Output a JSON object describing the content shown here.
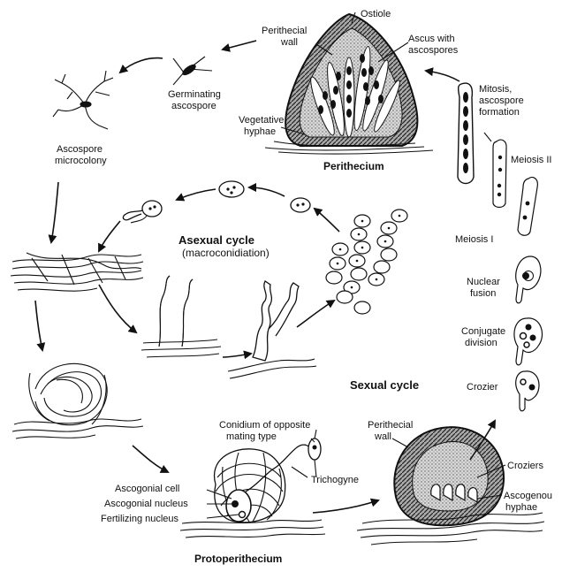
{
  "labels": {
    "ostiole": "Ostiole",
    "perithecial_wall_top_1": "Perithecial",
    "perithecial_wall_top_2": "wall",
    "ascus_1": "Ascus with",
    "ascus_2": "ascospores",
    "vegetative_1": "Vegetative",
    "vegetative_2": "hyphae",
    "perithecium": "Perithecium",
    "germinating_1": "Germinating",
    "germinating_2": "ascospore",
    "microcolony_1": "Ascospore",
    "microcolony_2": "microcolony",
    "mitosis_1": "Mitosis,",
    "mitosis_2": "ascospore",
    "mitosis_3": "formation",
    "meiosis2": "Meiosis II",
    "meiosis1": "Meiosis I",
    "nuclear_1": "Nuclear",
    "nuclear_2": "fusion",
    "conjugate_1": "Conjugate",
    "conjugate_2": "division",
    "crozier": "Crozier",
    "sexual_cycle": "Sexual cycle",
    "asexual_cycle": "Asexual cycle",
    "macroconidiation": "(macroconidiation)",
    "conidium_1": "Conidium of opposite",
    "conidium_2": "mating type",
    "trichogyne": "Trichogyne",
    "ascogonial_cell": "Ascogonial cell",
    "ascogonial_nucleus": "Ascogonial nucleus",
    "fertilizing_nucleus": "Fertilizing nucleus",
    "protoperithecium": "Protoperithecium",
    "perithecial_wall_bottom_1": "Perithecial",
    "perithecial_wall_bottom_2": "wall",
    "croziers": "Croziers",
    "ascogenous_1": "Ascogenou",
    "ascogenous_2": "hyphae"
  }
}
